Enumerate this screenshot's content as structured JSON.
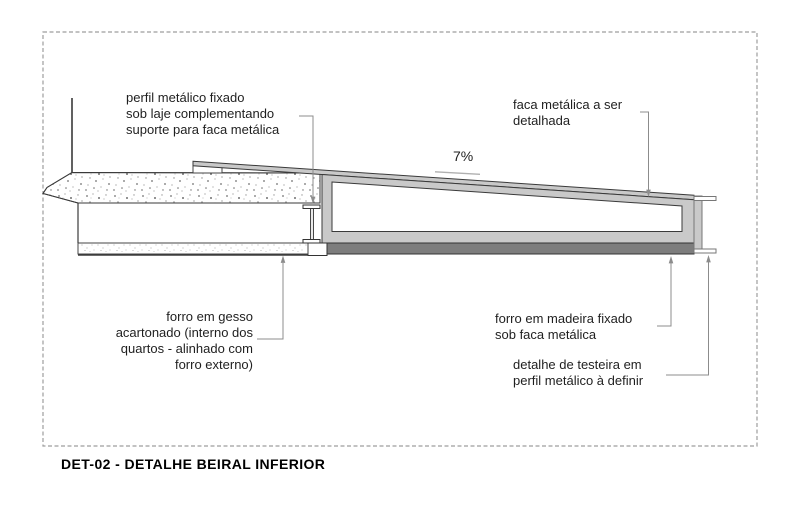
{
  "title": "DET-02 - DETALHE BEIRAL INFERIOR",
  "slope": {
    "label": "7%"
  },
  "annotations": {
    "perfil_metalico": {
      "lines": [
        "perfil metálico fixado",
        "sob laje complementando",
        "suporte para faca metálica"
      ]
    },
    "faca_metalica": {
      "lines": [
        "faca metálica a ser",
        "detalhada"
      ]
    },
    "forro_gesso": {
      "lines": [
        "forro em gesso",
        "acartonado (interno dos",
        "quartos - alinhado com",
        "forro externo)"
      ]
    },
    "forro_madeira": {
      "lines": [
        "forro em madeira fixado",
        "sob faca metálica"
      ]
    },
    "testeira": {
      "lines": [
        "detalhe de testeira em",
        "perfil metálico à definir"
      ]
    }
  },
  "colors": {
    "line": "#3a3a3a",
    "metal_fill": "#c9c9c9",
    "wood_fill": "#7d7d7d",
    "leader": "#8c8c8c",
    "border_dash": "#9e9e9e",
    "text": "#1f1f1f"
  }
}
